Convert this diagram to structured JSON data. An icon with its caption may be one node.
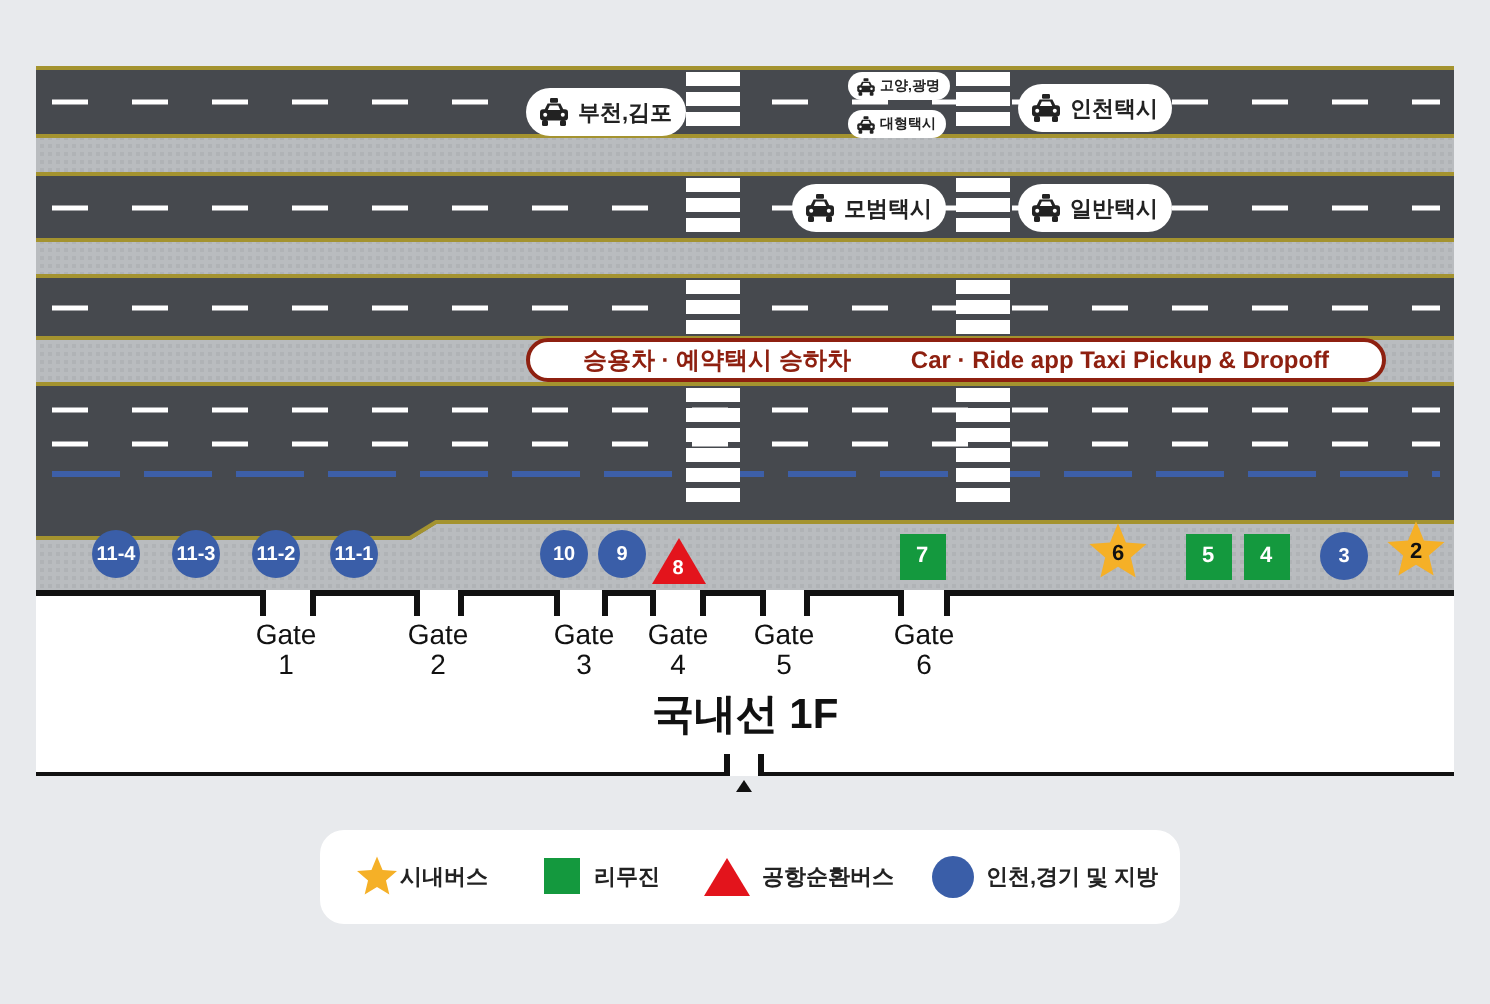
{
  "diagram": {
    "nodes": [
      {
        "text": [
          "부천,김포"
        ]
      },
      {
        "text": [
          "고양,광명"
        ]
      },
      {
        "text": [
          "대형택시"
        ]
      },
      {
        "text": [
          "인천택시"
        ]
      },
      {
        "text": [
          "모범택시"
        ]
      },
      {
        "text": [
          "일반택시"
        ]
      },
      {
        "text": [
          "승용차 · 예약택시 승하차",
          "Car · Ride app Taxi Pickup & Dropoff"
        ]
      },
      {
        "text": [
          "11-4"
        ]
      },
      {
        "text": [
          "11-3"
        ]
      },
      {
        "text": [
          "11-2"
        ]
      },
      {
        "text": [
          "11-1"
        ]
      },
      {
        "text": [
          "10"
        ]
      },
      {
        "text": [
          "9"
        ]
      },
      {
        "text": [
          "8"
        ]
      },
      {
        "text": [
          "7"
        ]
      },
      {
        "text": [
          "6"
        ]
      },
      {
        "text": [
          "5"
        ]
      },
      {
        "text": [
          "4"
        ]
      },
      {
        "text": [
          "3"
        ]
      },
      {
        "text": [
          "2"
        ]
      },
      {
        "text": [
          "국내선 1F"
        ]
      }
    ],
    "edges": [],
    "labels": [
      "Gate 1",
      "Gate 2",
      "Gate 3",
      "Gate 4",
      "Gate 5",
      "Gate 6"
    ],
    "legend": [
      {
        "text": "시내버스"
      },
      {
        "text": "리무진"
      },
      {
        "text": "공항순환버스"
      },
      {
        "text": "인천,경기 및 지방"
      }
    ]
  }
}
